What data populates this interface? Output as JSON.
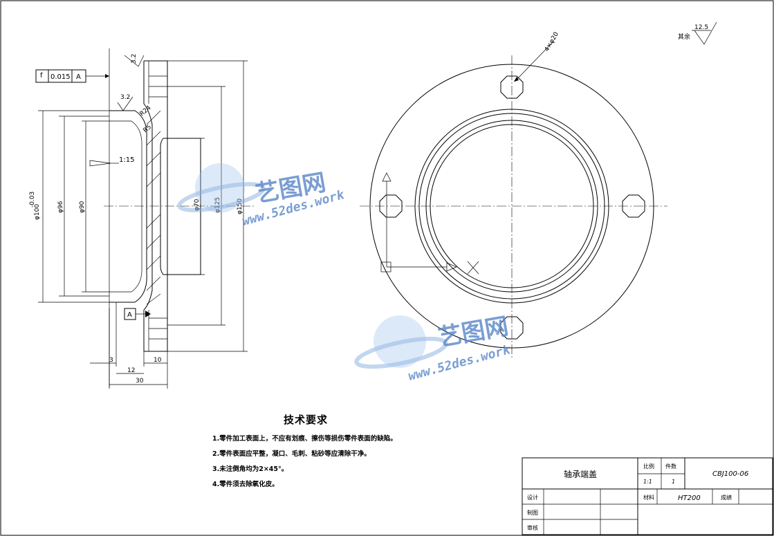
{
  "part_view": {
    "flatness_symbol": "f",
    "flatness_value": "0.015",
    "datum_ref": "A",
    "datum_label": "A",
    "roughness_top": "3.2",
    "roughness_left": "3.2",
    "fillet": "R24",
    "chamfer": "R5",
    "taper": "1:15",
    "dims_vertical": [
      "φ100",
      "φ96",
      "φ90",
      "φ70",
      "φ125",
      "φ150"
    ],
    "dim_tolerance": "-0.03",
    "dims_horizontal": [
      "3",
      "12",
      "30",
      "10"
    ]
  },
  "top_view": {
    "hole_spec": "4×φ20",
    "roughness_other_label": "其余",
    "roughness_other_value": "12.5"
  },
  "watermark": {
    "brand_cn": "艺图网",
    "url": "www.52des.work"
  },
  "tech_requirements": {
    "title": "技术要求",
    "items": [
      "1.零件加工表面上，不应有划痕、擦伤等损伤零件表面的缺陷。",
      "2.零件表面应平整，凝口、毛刺、粘砂等应清除干净。",
      "3.未注倒角均为2×45°。",
      "4.零件须去除氧化皮。"
    ]
  },
  "title_block": {
    "part_name": "轴承端盖",
    "scale_label": "比例",
    "count_label": "件数",
    "drawing_no": "CBJ100-06",
    "scale_value": "1:1",
    "count_value": "1",
    "material_label": "材料",
    "material_value": "HT200",
    "grade_label": "成绩",
    "designer_label": "设计",
    "drafter_label": "制图",
    "reviewer_label": "审核"
  }
}
